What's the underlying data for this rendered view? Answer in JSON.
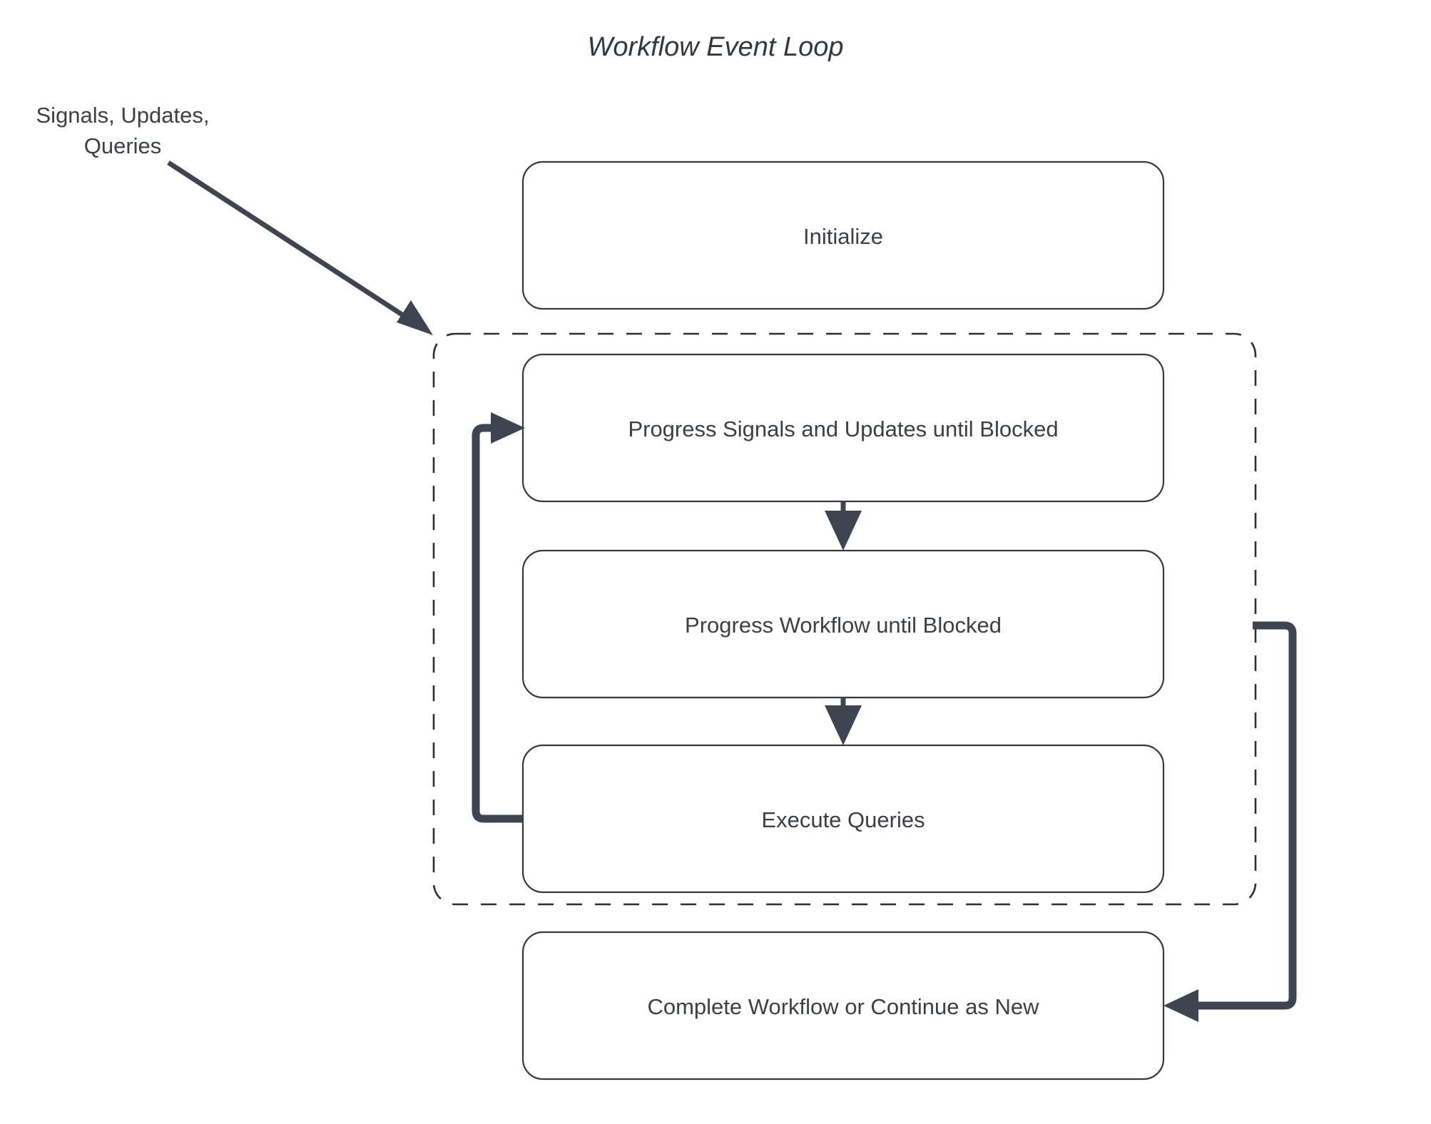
{
  "diagram": {
    "title": "Workflow Event Loop",
    "colors": {
      "background": "#ffffff",
      "node_border": "#36393f",
      "node_fill": "#ffffff",
      "text": "#3b4045",
      "arrow": "#3e4450",
      "group_border": "#2b2f38"
    },
    "external_label": {
      "line1": "Signals, Updates,",
      "line2": "Queries"
    },
    "nodes": [
      {
        "id": "initialize",
        "label": "Initialize"
      },
      {
        "id": "progress-signals",
        "label": "Progress Signals and Updates until Blocked"
      },
      {
        "id": "progress-workflow",
        "label": "Progress Workflow until Blocked"
      },
      {
        "id": "execute-queries",
        "label": "Execute Queries"
      },
      {
        "id": "complete-workflow",
        "label": "Complete Workflow or Continue as New"
      }
    ],
    "group": {
      "id": "event-loop-group",
      "style": "dashed"
    },
    "edges": [
      {
        "id": "signals-to-loop",
        "from": "external-label",
        "to": "event-loop-group",
        "style": "thin-diagonal"
      },
      {
        "id": "signals-to-workflow",
        "from": "progress-signals",
        "to": "progress-workflow",
        "style": "vertical"
      },
      {
        "id": "workflow-to-queries",
        "from": "progress-workflow",
        "to": "execute-queries",
        "style": "vertical"
      },
      {
        "id": "loop-back",
        "from": "execute-queries",
        "to": "progress-signals",
        "style": "elbow-left"
      },
      {
        "id": "loop-exit",
        "from": "event-loop-group",
        "to": "complete-workflow",
        "style": "elbow-right"
      }
    ]
  }
}
